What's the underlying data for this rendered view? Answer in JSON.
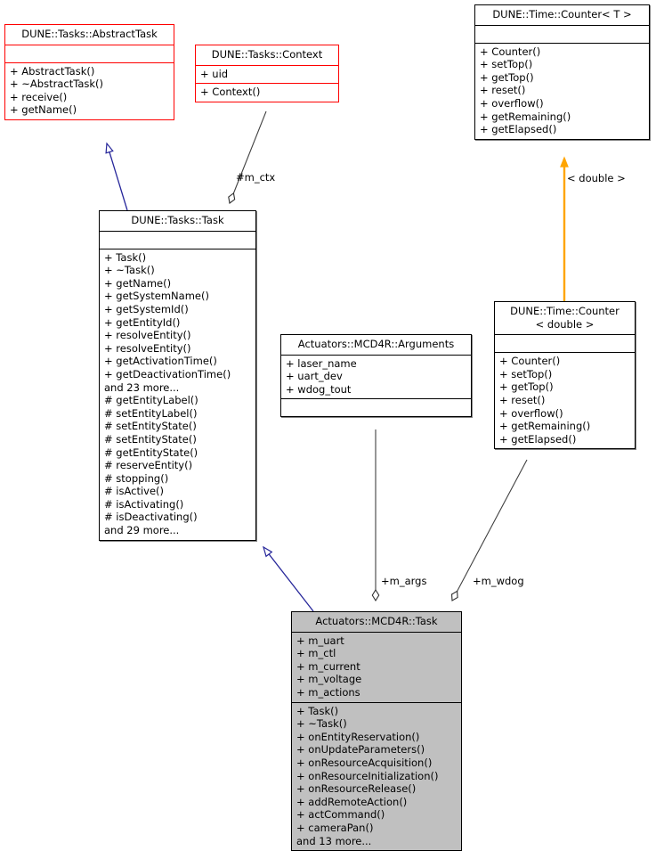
{
  "diagram": {
    "title": "Actuators::MCD4R::Task collaboration diagram",
    "colors": {
      "red_border": "#ff0000",
      "black_border": "#000000",
      "focus_fill": "#c0c0c0",
      "inherit_arrow": "#26269a",
      "template_arrow": "#ffa500",
      "aggregation_edge": "#404040",
      "background": "#ffffff"
    }
  },
  "classes": {
    "abstract_task": {
      "name": "DUNE::Tasks::AbstractTask",
      "attributes": [],
      "operations": [
        "+ AbstractTask()",
        "+ ~AbstractTask()",
        "+ receive()",
        "+ getName()"
      ]
    },
    "context": {
      "name": "DUNE::Tasks::Context",
      "attributes": [
        "+ uid"
      ],
      "operations": [
        "+ Context()"
      ]
    },
    "counter_t": {
      "name": "DUNE::Time::Counter< T >",
      "attributes": [],
      "operations": [
        "+ Counter()",
        "+ setTop()",
        "+ getTop()",
        "+ reset()",
        "+ overflow()",
        "+ getRemaining()",
        "+ getElapsed()"
      ]
    },
    "tasks_task": {
      "name": "DUNE::Tasks::Task",
      "attributes": [],
      "operations": [
        "+ Task()",
        "+ ~Task()",
        "+ getName()",
        "+ getSystemName()",
        "+ getSystemId()",
        "+ getEntityId()",
        "+ resolveEntity()",
        "+ resolveEntity()",
        "+ getActivationTime()",
        "+ getDeactivationTime()",
        "and 23 more...",
        "# getEntityLabel()",
        "# setEntityLabel()",
        "# setEntityState()",
        "# setEntityState()",
        "# getEntityState()",
        "# reserveEntity()",
        "# stopping()",
        "# isActive()",
        "# isActivating()",
        "# isDeactivating()",
        "and 29 more..."
      ]
    },
    "arguments": {
      "name": "Actuators::MCD4R::Arguments",
      "attributes": [
        "+ laser_name",
        "+ uart_dev",
        "+ wdog_tout"
      ],
      "operations": []
    },
    "counter_double": {
      "name": "DUNE::Time::Counter\n< double >",
      "attributes": [],
      "operations": [
        "+ Counter()",
        "+ setTop()",
        "+ getTop()",
        "+ reset()",
        "+ overflow()",
        "+ getRemaining()",
        "+ getElapsed()"
      ]
    },
    "mcd4r_task": {
      "name": "Actuators::MCD4R::Task",
      "attributes": [
        "+ m_uart",
        "+ m_ctl",
        "+ m_current",
        "+ m_voltage",
        "+ m_actions"
      ],
      "operations": [
        "+ Task()",
        "+ ~Task()",
        "+ onEntityReservation()",
        "+ onUpdateParameters()",
        "+ onResourceAcquisition()",
        "+ onResourceInitialization()",
        "+ onResourceRelease()",
        "+ addRemoteAction()",
        "+ actCommand()",
        "+ cameraPan()",
        "and 13 more..."
      ]
    }
  },
  "edge_labels": {
    "m_ctx": "#m_ctx",
    "template_double": "< double >",
    "m_args": "+m_args",
    "m_wdog": "+m_wdog"
  }
}
